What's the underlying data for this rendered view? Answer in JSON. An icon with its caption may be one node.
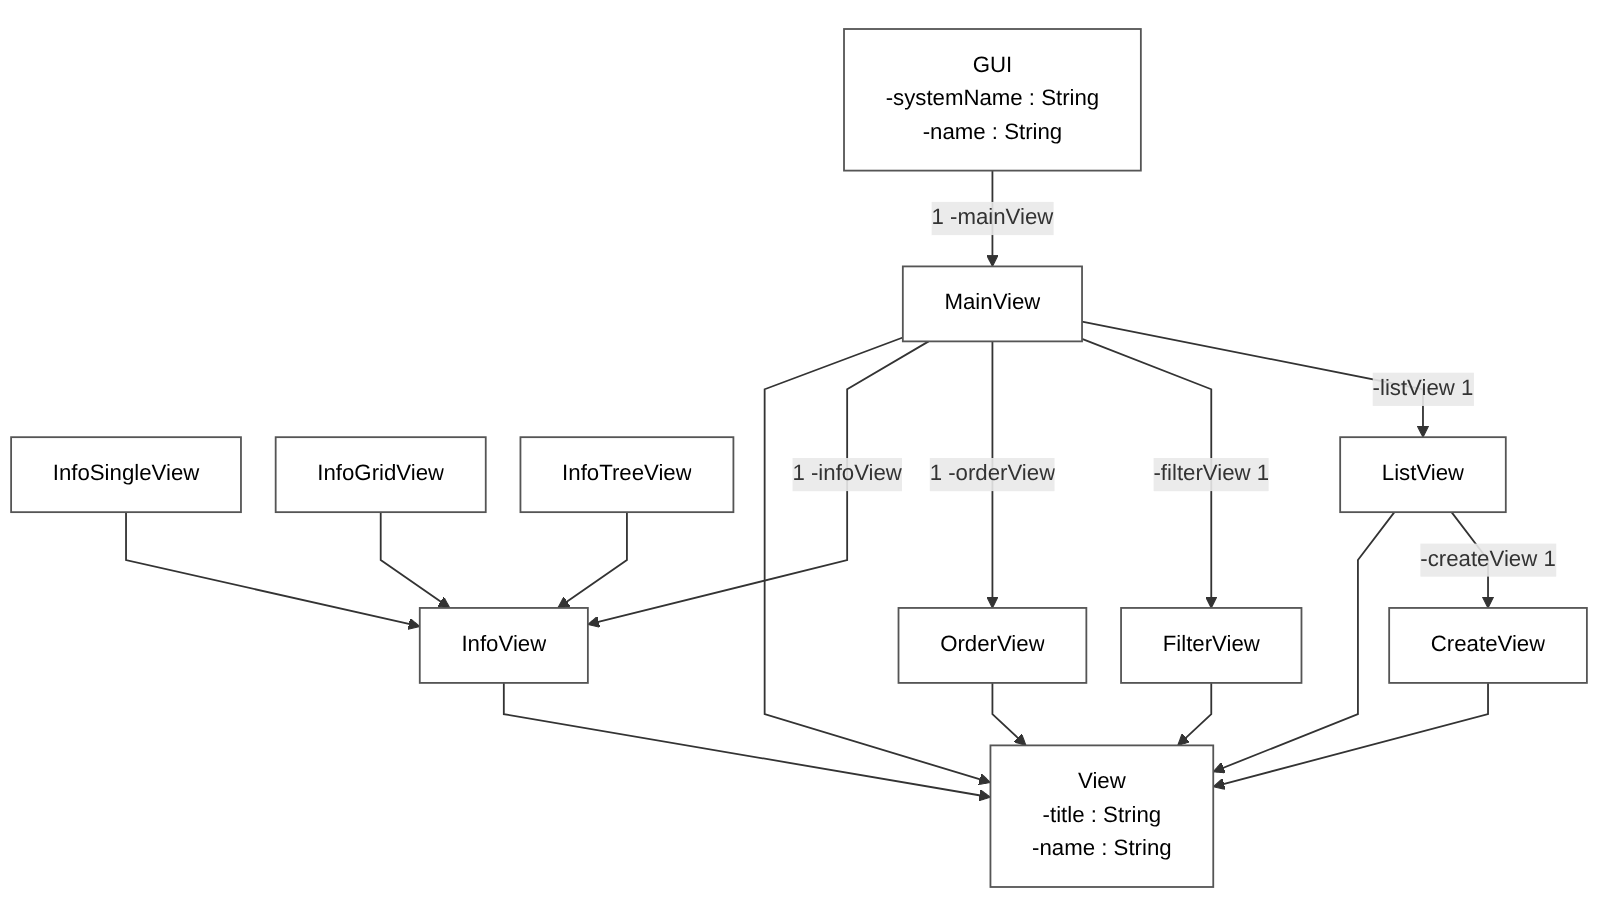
{
  "diagram": {
    "nodes": [
      {
        "text": [
          "GUI",
          "-systemName : String",
          "-name : String"
        ]
      },
      {
        "text": [
          "MainView"
        ]
      },
      {
        "text": [
          "InfoSingleView"
        ]
      },
      {
        "text": [
          "InfoGridView"
        ]
      },
      {
        "text": [
          "InfoTreeView"
        ]
      },
      {
        "text": [
          "ListView"
        ]
      },
      {
        "text": [
          "FilterView"
        ]
      },
      {
        "text": [
          "OrderView"
        ]
      },
      {
        "text": [
          "InfoView"
        ]
      },
      {
        "text": [
          "CreateView"
        ]
      },
      {
        "text": [
          "View",
          "-title : String",
          "-name : String"
        ]
      }
    ],
    "edges": [
      {
        "from": 0,
        "to": 1,
        "arrow": "to",
        "label": "1 -mainView"
      },
      {
        "from": 1,
        "to": 5,
        "arrow": "to",
        "label": "-listView 1"
      },
      {
        "from": 1,
        "to": 6,
        "arrow": "to",
        "label": "-filterView 1"
      },
      {
        "from": 1,
        "to": 7,
        "arrow": "to",
        "label": "1 -orderView"
      },
      {
        "from": 1,
        "to": 8,
        "arrow": "to",
        "label": "1 -infoView"
      },
      {
        "from": 2,
        "to": 8,
        "arrow": "to"
      },
      {
        "from": 3,
        "to": 8,
        "arrow": "to"
      },
      {
        "from": 4,
        "to": 8,
        "arrow": "to"
      },
      {
        "from": 5,
        "to": 9,
        "arrow": "to",
        "label": "-createView 1"
      },
      {
        "from": 1,
        "to": 10,
        "arrow": "to"
      },
      {
        "from": 5,
        "to": 10,
        "arrow": "to"
      },
      {
        "from": 6,
        "to": 10,
        "arrow": "to"
      },
      {
        "from": 7,
        "to": 10,
        "arrow": "to"
      },
      {
        "from": 8,
        "to": 10,
        "arrow": "to"
      },
      {
        "from": 9,
        "to": 10,
        "arrow": "to"
      }
    ]
  }
}
